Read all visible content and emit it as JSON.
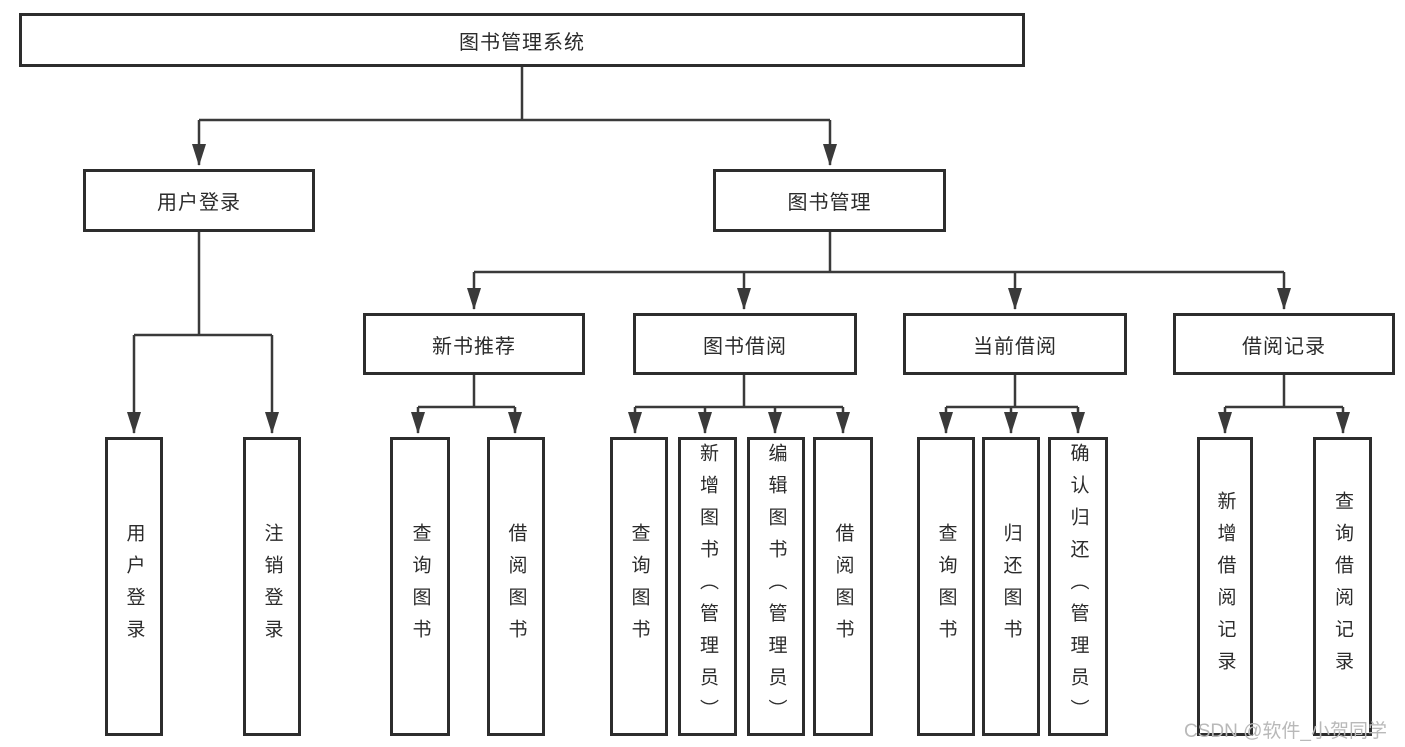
{
  "tree": {
    "root": {
      "label": "图书管理系统",
      "children": [
        {
          "label": "用户登录",
          "children": [
            {
              "label": "用户登录"
            },
            {
              "label": "注销登录"
            }
          ]
        },
        {
          "label": "图书管理",
          "children": [
            {
              "label": "新书推荐",
              "children": [
                {
                  "label": "查询图书"
                },
                {
                  "label": "借阅图书"
                }
              ]
            },
            {
              "label": "图书借阅",
              "children": [
                {
                  "label": "查询图书"
                },
                {
                  "label": "新增图书（管理员）"
                },
                {
                  "label": "编辑图书（管理员）"
                },
                {
                  "label": "借阅图书"
                }
              ]
            },
            {
              "label": "当前借阅",
              "children": [
                {
                  "label": "查询图书"
                },
                {
                  "label": "归还图书"
                },
                {
                  "label": "确认归还（管理员）"
                }
              ]
            },
            {
              "label": "借阅记录",
              "children": [
                {
                  "label": "新增借阅记录"
                },
                {
                  "label": "查询借阅记录"
                }
              ]
            }
          ]
        }
      ]
    }
  },
  "watermark": {
    "text": "CSDN @软件_小贺同学",
    "color": "#b9b9b9"
  },
  "colors": {
    "line": "#3a3a3a",
    "box_border": "#2d2d2d",
    "text": "#2b2b2b",
    "background": "#ffffff"
  }
}
